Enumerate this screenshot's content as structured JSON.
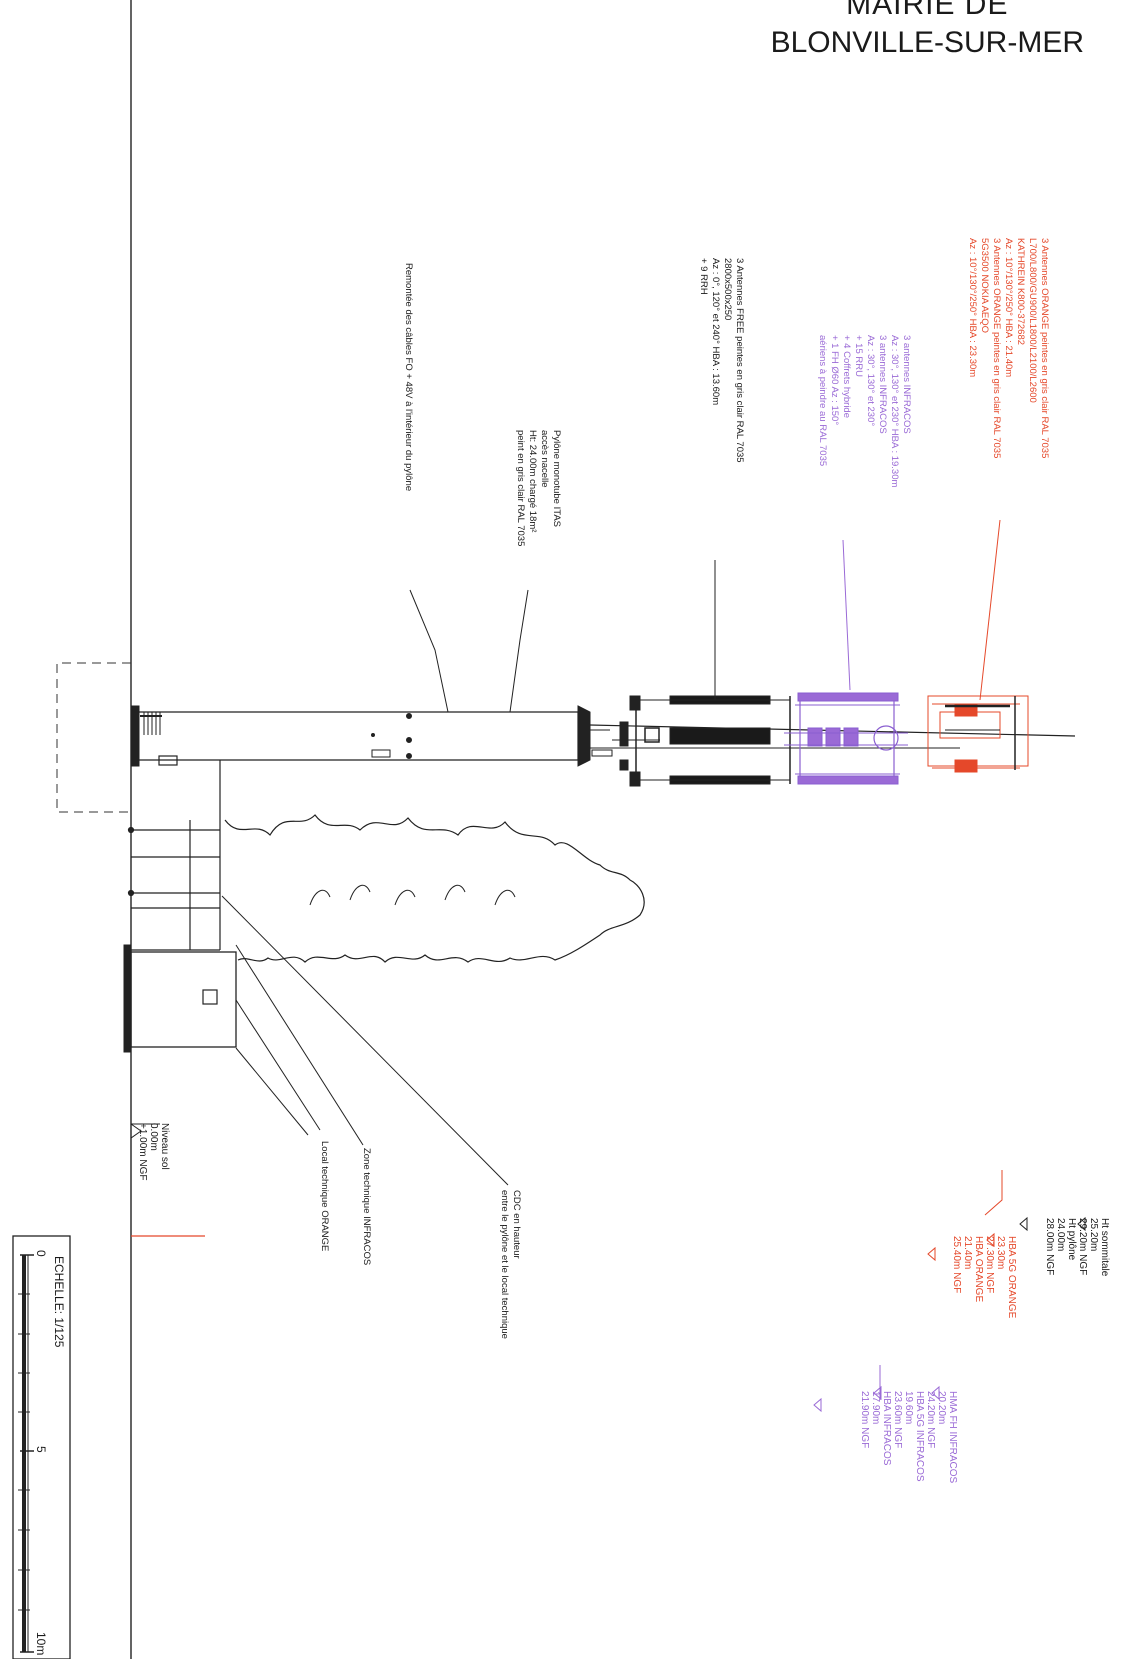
{
  "title": {
    "line1": "MAIRIE DE",
    "line2": "BLONVILLE-SUR-MER"
  },
  "colors": {
    "black": "#1a1a1a",
    "orange": "#e5482a",
    "purple": "#9a6ad6"
  },
  "annotations": {
    "orange_antennas": [
      "3 Antennes ORANGE peintes en gris clair RAL 7035",
      "L700/L800/GU900/L1800/L2100/L2600",
      "KATHREIN K800-372682",
      "Az : 10°/130°/250° HBA : 21.40m",
      "3 Antennes ORANGE peintes en gris clair RAL 7035",
      "5G3500 NOKIA AEQO",
      "Az : 10°/130°/250° HBA : 23.30m"
    ],
    "infracos_antennas": [
      "3 antennes INFRACOS",
      "Az : 30°, 130° et 230° HBA : 19.30m",
      "3 antennes INFRACOS",
      "Az : 30°, 130° et 230°",
      "+ 15 RRU",
      "+ 4 Coffrets hybride",
      "+ 1 FH Ø60 Az : 150°",
      "aériens à peindre au RAL 7035"
    ],
    "free_antennas": [
      "3 Antennes FREE peintes en gris clair RAL 7035",
      "2800x500x250",
      "Az : 0°, 120° et 240° HBA : 13.60m",
      "+ 9 RRH"
    ],
    "pylone": [
      "Pylône monotube ITAS",
      "accès nacelle",
      "Ht: 24.00m chargé 18m²",
      "peint en gris clair RAL 7035"
    ],
    "cables": "Remontée des câbles FO + 48V à l'intérieur du pylône",
    "cdc": [
      "CDC en hauteur",
      "entre le pylône et le local technique"
    ],
    "zone": "Zone technique INFRACOS",
    "local": "Local technique ORANGE",
    "niveau": [
      "Niveau sol",
      "0.00m",
      "+1.00m NGF"
    ]
  },
  "levels": {
    "black": [
      "Ht sommitale",
      "25.20m",
      "29.20m NGF",
      "Ht pylône",
      "24.00m",
      "28.00m NGF"
    ],
    "orange": [
      "HBA 5G ORANGE",
      "23.30m",
      "27.30m NGF",
      "HBA ORANGE",
      "21.40m",
      "25.40m NGF"
    ],
    "purple": [
      "HMA FH INFRACOS",
      "20.20m",
      "24.20m NGF",
      "HBA 5G INFRACOS",
      "19.60m",
      "23.60m NGF",
      "HBA INFRACOS",
      "17.90m",
      "21.90m NGF"
    ]
  },
  "scale": {
    "label": "ECHELLE: 1/125",
    "ticks": [
      "0",
      "5",
      "10m"
    ]
  }
}
